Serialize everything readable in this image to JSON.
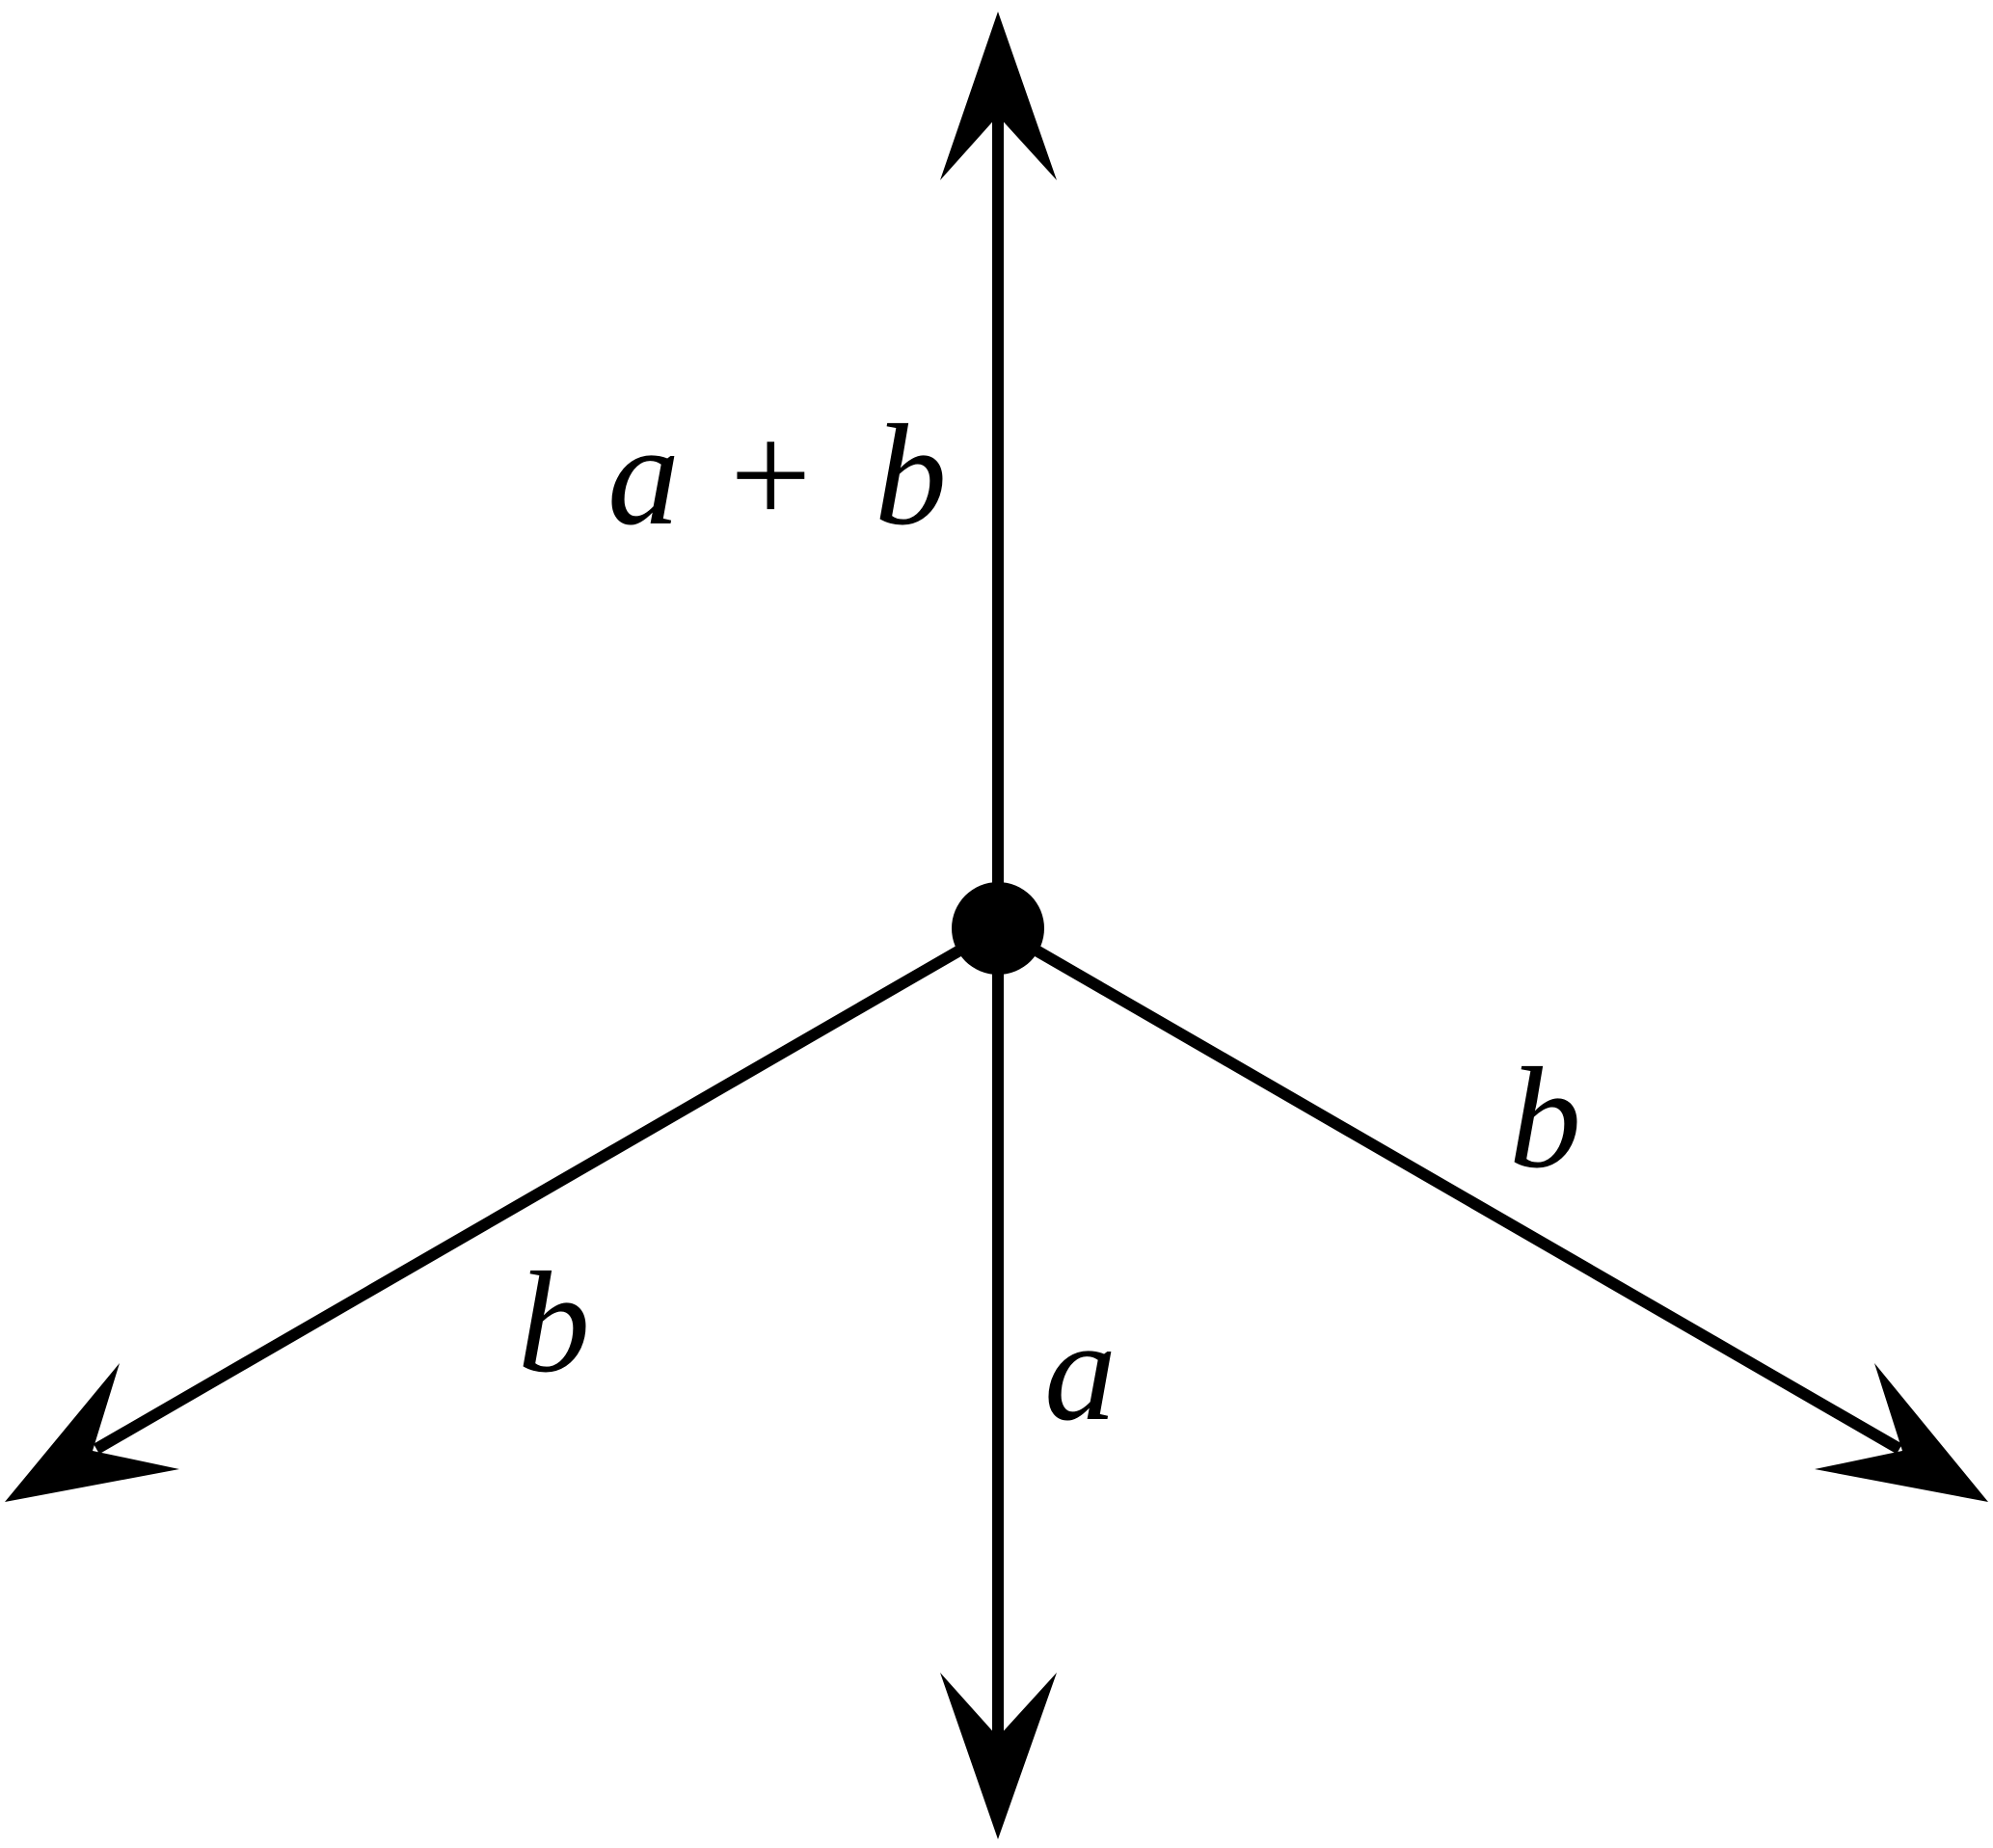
{
  "diagram": {
    "edges": [
      {
        "id": "top",
        "label": "a + b",
        "label_parts": {
          "left": "a",
          "operator": "+",
          "right": "b"
        }
      },
      {
        "id": "bottom",
        "label": "a"
      },
      {
        "id": "lower-left",
        "label": "b"
      },
      {
        "id": "lower-right",
        "label": "b"
      }
    ],
    "vertex": {
      "shape": "filled-circle"
    },
    "color": "#000000"
  }
}
